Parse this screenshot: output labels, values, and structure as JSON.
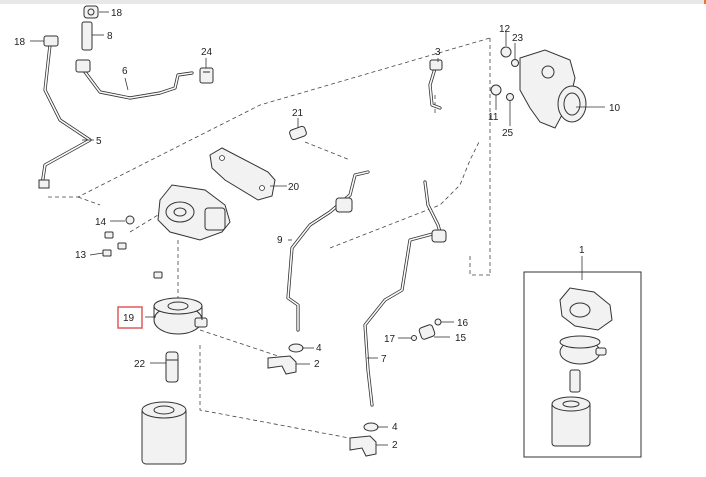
{
  "callouts": {
    "c1": "1",
    "c2a": "2",
    "c2b": "2",
    "c3": "3",
    "c4a": "4",
    "c4b": "4",
    "c5": "5",
    "c6": "6",
    "c7": "7",
    "c8": "8",
    "c9": "9",
    "c10": "10",
    "c11": "11",
    "c12": "12",
    "c13": "13",
    "c14": "14",
    "c15": "15",
    "c16": "16",
    "c17": "17",
    "c18a": "18",
    "c18b": "18",
    "c19": "19",
    "c20": "20",
    "c21": "21",
    "c22": "22",
    "c23": "23",
    "c24": "24",
    "c25": "25"
  },
  "highlight": {
    "part": "19",
    "color": "#e05a5a"
  }
}
